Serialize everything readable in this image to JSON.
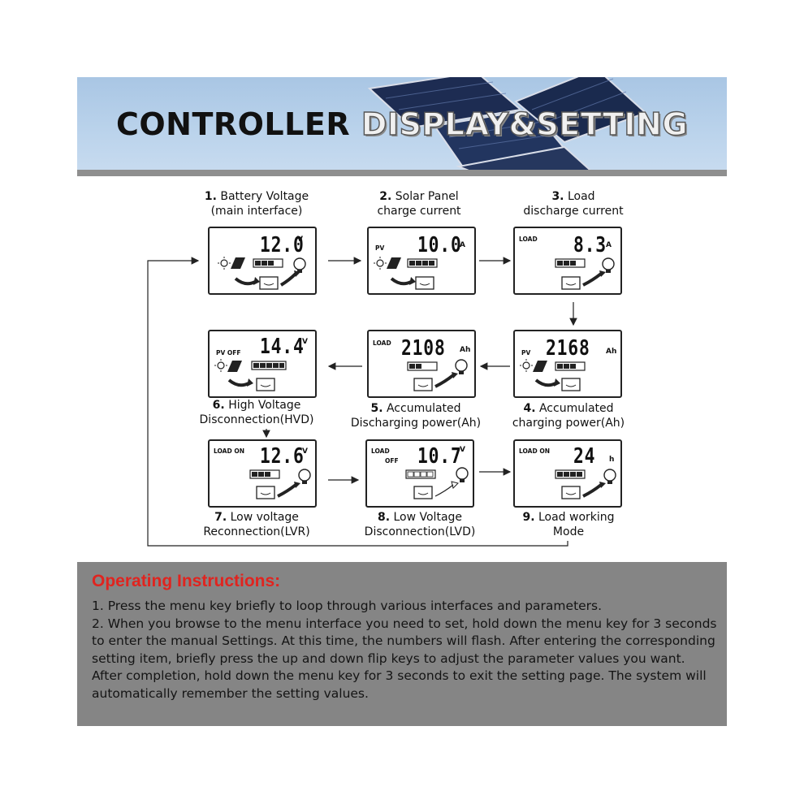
{
  "header": {
    "title_part1": "CONTROLLER",
    "title_part2": "DISPLAY&SETTING"
  },
  "screens": [
    {
      "number": "1.",
      "label_line1": "Battery Voltage",
      "label_line2": "(main interface)",
      "value": "12.0",
      "unit": "V",
      "tag": "",
      "tag2": ""
    },
    {
      "number": "2.",
      "label_line1": "Solar Panel",
      "label_line2": "charge current",
      "value": "10.0",
      "unit": "A",
      "tag": "PV",
      "tag2": ""
    },
    {
      "number": "3.",
      "label_line1": "Load",
      "label_line2": "discharge current",
      "value": "8.3",
      "unit": "A",
      "tag": "LOAD",
      "tag2": ""
    },
    {
      "number": "4.",
      "label_line1": "Accumulated",
      "label_line2": "charging power(Ah)",
      "value": "2168",
      "unit": "Ah",
      "tag": "PV",
      "tag2": ""
    },
    {
      "number": "5.",
      "label_line1": "Accumulated",
      "label_line2": "Discharging power(Ah)",
      "value": "2108",
      "unit": "Ah",
      "tag": "LOAD",
      "tag2": ""
    },
    {
      "number": "6.",
      "label_line1": "High Voltage",
      "label_line2": "Disconnection(HVD)",
      "value": "14.4",
      "unit": "V",
      "tag": "PV OFF",
      "tag2": ""
    },
    {
      "number": "7.",
      "label_line1": "Low voltage",
      "label_line2": "Reconnection(LVR)",
      "value": "12.6",
      "unit": "V",
      "tag": "LOAD ON",
      "tag2": ""
    },
    {
      "number": "8.",
      "label_line1": "Low Voltage",
      "label_line2": "Disconnection(LVD)",
      "value": "10.7",
      "unit": "V",
      "tag": "LOAD",
      "tag2": "OFF"
    },
    {
      "number": "9.",
      "label_line1": "Load working",
      "label_line2": "Mode",
      "value": "24",
      "unit": "h",
      "tag": "LOAD ON",
      "tag2": ""
    }
  ],
  "instructions": {
    "title": "Operating Instructions:",
    "line1": "1. Press the menu key briefly to loop through various interfaces and parameters.",
    "line2": "2. When you browse to the menu interface you need to set, hold down the menu key for 3 seconds to enter the manual Settings. At this time, the numbers will flash. After entering the corresponding setting item, briefly press the up and down flip keys to adjust the parameter values you want. After completion, hold down the menu key for 3 seconds to exit the setting page. The system will automatically remember the setting values."
  },
  "colors": {
    "instructions_title": "#e0241f",
    "instructions_bg": "#858585",
    "banner_sky": "#bcd4ec"
  }
}
